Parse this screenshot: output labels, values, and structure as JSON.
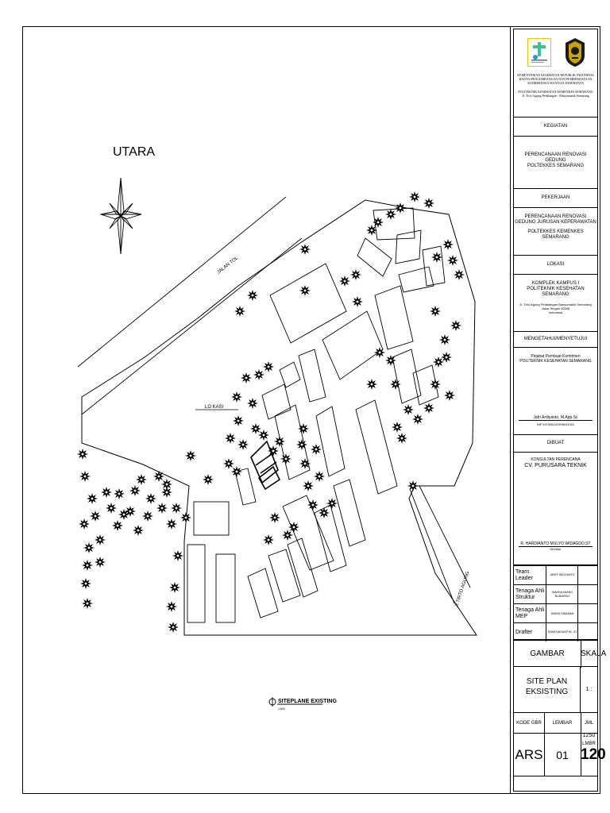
{
  "drawing": {
    "north_label": "UTARA",
    "road_label": "JALAN TOL",
    "street_label": "Jl.TIRTO AGUNG",
    "location_label": "LO KASI",
    "caption": "SITEPLANE EXISTING",
    "caption_scale": "1:800"
  },
  "title_block": {
    "logo_left_text": "KEMENTERIAN KESEHATAN REPUBLIK INDONESIA",
    "header": {
      "ministry": "KEMENTERIAN KESEHATAN REPUBLIK INDONESIA",
      "agency_line1": "BADAN PENGEMBANGAN DAN PEMBERDAYAAN",
      "agency_line2": "SUMBERDAYA MANUSIA KESEHATAN",
      "school": "POLITEKNIK KESEHATAN KEMENKES SEMARANG",
      "school_address": "Jl. Tirto Agung Pedalangan - Banyumanik Semarang"
    },
    "kegiatan": {
      "heading": "KEGIATAN",
      "line1": "PERENCANAAN RENOVASI GEDUNG",
      "line2": "POLTEKKES SEMARANG"
    },
    "pekerjaan": {
      "heading": "PEKERJAAN",
      "line1": "PERENCANAAN RENOVASI",
      "line2": "GEDUNG JURUSAN KEPERAWATAN",
      "line3": "POLTEKKES KEMENKES SEMARANG"
    },
    "lokasi": {
      "heading": "LOKASI",
      "line1": "KOMPLEK KAMPUS I",
      "line2": "POLITEKNIK KESEHATAN SEMARANG",
      "addr1": "Jl. Tirto Agung Pedalangan Banyumanik Semarang",
      "addr2": "Jawa Tengah 50268",
      "addr3": "Indonesia"
    },
    "mengetahui": {
      "heading": "MENGETAHUI/MENYETUJUI",
      "line1": "Pejabat Pembuat Komitmen",
      "line2": "POLITEKNIK KESEHATAN SEMARANG",
      "name": "Jafri Ardiyanto, M.App.Sc",
      "nip": "NIP.197306141995031001"
    },
    "dibuat": {
      "heading": "DIBUAT",
      "line1": "KONSULTAN PERENCANA",
      "line2": "CV. PURUSARA TEKNIK",
      "name": "R. HARDIANTO MULYO WIDAGDO,ST",
      "role": "Direktur"
    },
    "team": [
      {
        "role": "Team Leader",
        "name": "ARIEF WIDIYANTO"
      },
      {
        "role": "Tenaga Ahli Struktur",
        "name": "WAHDA ANANG BUDIARSO"
      },
      {
        "role": "Tenaga Ahli MEP",
        "name": "WISNU DINAMAN"
      },
      {
        "role": "Drafter",
        "name": "SHAN NAGASP W., ST"
      }
    ],
    "gambar_label": "GAMBAR",
    "skala_label": "SKALA",
    "drawing_title_line1": "SITE PLAN",
    "drawing_title_line2": "EKSISTING",
    "scale_value": "1 : 1250",
    "kode_gbr_label": "KODE GBR",
    "lembar_label": "LEMBAR",
    "jml_lmbr_label": "JML LMBR",
    "kode_gbr": "ARS",
    "lembar": "01",
    "jml_lmbr": "120"
  }
}
